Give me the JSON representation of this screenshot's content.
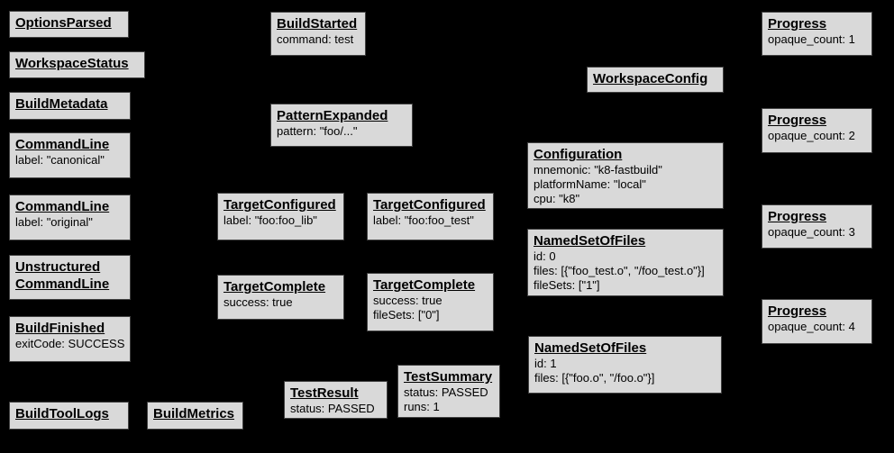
{
  "diagram": {
    "description": "Build event protocol event graph",
    "background_color": "#000000",
    "box_fill_color": "#d9d9d9",
    "box_border_color": "#424242",
    "text_color": "#000000"
  },
  "boxes": {
    "options_parsed": {
      "title": "OptionsParsed",
      "lines": []
    },
    "workspace_status": {
      "title": "WorkspaceStatus",
      "lines": []
    },
    "build_metadata": {
      "title": "BuildMetadata",
      "lines": []
    },
    "command_line_canonical": {
      "title": "CommandLine",
      "lines": [
        "label: \"canonical\""
      ]
    },
    "command_line_original": {
      "title": "CommandLine",
      "lines": [
        "label: \"original\""
      ]
    },
    "unstructured_command_line": {
      "title": "Unstructured CommandLine",
      "lines": []
    },
    "build_finished": {
      "title": "BuildFinished",
      "lines": [
        "exitCode: SUCCESS"
      ]
    },
    "build_tool_logs": {
      "title": "BuildToolLogs",
      "lines": []
    },
    "build_metrics": {
      "title": "BuildMetrics",
      "lines": []
    },
    "build_started": {
      "title": "BuildStarted",
      "lines": [
        "command: test"
      ]
    },
    "pattern_expanded": {
      "title": "PatternExpanded",
      "lines": [
        "pattern: \"foo/...\""
      ]
    },
    "target_configured_lib": {
      "title": "TargetConfigured",
      "lines": [
        "label: \"foo:foo_lib\""
      ]
    },
    "target_configured_test": {
      "title": "TargetConfigured",
      "lines": [
        "label: \"foo:foo_test\""
      ]
    },
    "target_complete_lib": {
      "title": "TargetComplete",
      "lines": [
        "success: true"
      ]
    },
    "target_complete_test": {
      "title": "TargetComplete",
      "lines": [
        "success: true",
        "fileSets: [\"0\"]"
      ]
    },
    "test_result": {
      "title": "TestResult",
      "lines": [
        "status: PASSED"
      ]
    },
    "test_summary": {
      "title": "TestSummary",
      "lines": [
        "status: PASSED",
        "runs: 1"
      ]
    },
    "workspace_config": {
      "title": "WorkspaceConfig",
      "lines": []
    },
    "configuration": {
      "title": "Configuration",
      "lines": [
        "mnemonic: \"k8-fastbuild\"",
        "platformName: \"local\"",
        "cpu: \"k8\""
      ]
    },
    "named_set_of_files_0": {
      "title": "NamedSetOfFiles",
      "lines": [
        "id: 0",
        "files: [{\"foo_test.o\", \"/foo_test.o\"}]",
        "fileSets: [\"1\"]"
      ]
    },
    "named_set_of_files_1": {
      "title": "NamedSetOfFiles",
      "lines": [
        "id: 1",
        "files: [{\"foo.o\", \"/foo.o\"}]"
      ]
    },
    "progress_1": {
      "title": "Progress",
      "lines": [
        "opaque_count: 1"
      ]
    },
    "progress_2": {
      "title": "Progress",
      "lines": [
        "opaque_count: 2"
      ]
    },
    "progress_3": {
      "title": "Progress",
      "lines": [
        "opaque_count: 3"
      ]
    },
    "progress_4": {
      "title": "Progress",
      "lines": [
        "opaque_count: 4"
      ]
    }
  }
}
